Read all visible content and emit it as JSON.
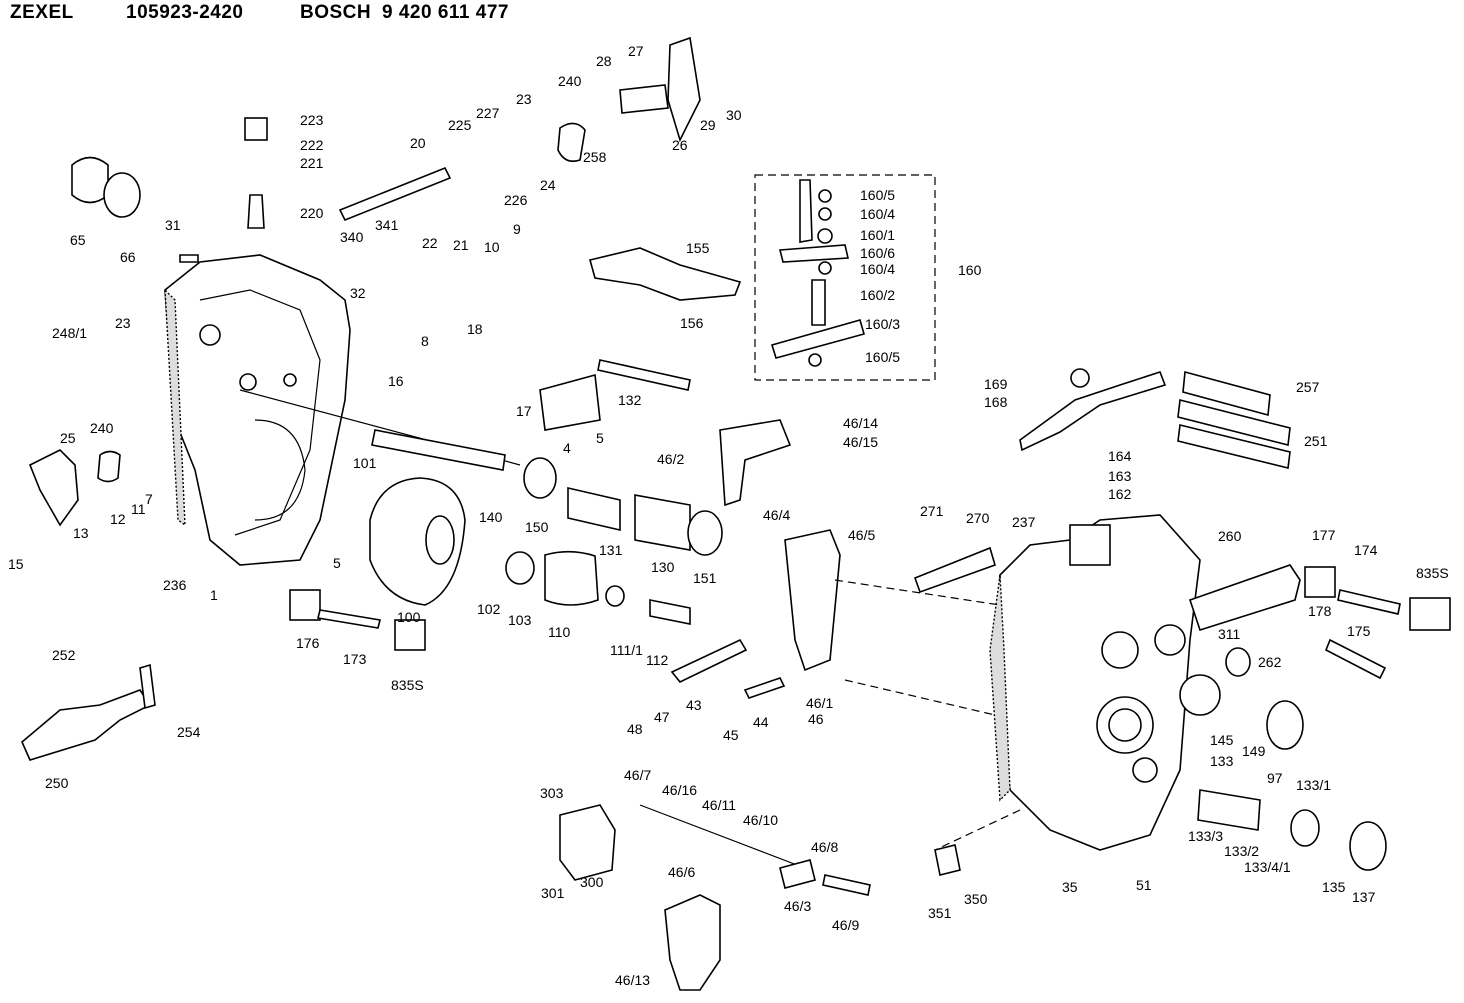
{
  "header": {
    "brand1": "ZEXEL",
    "number1": "105923-2420",
    "brand2": "BOSCH",
    "number2": "9 420 611 477"
  },
  "labels": [
    "223",
    "222",
    "221",
    "220",
    "65",
    "66",
    "31",
    "340",
    "341",
    "32",
    "22",
    "21",
    "20",
    "225",
    "227",
    "23",
    "226",
    "24",
    "240",
    "258",
    "28",
    "27",
    "26",
    "29",
    "30",
    "10",
    "9",
    "18",
    "17",
    "132",
    "4",
    "5",
    "16",
    "8",
    "248/1",
    "23",
    "240",
    "25",
    "13",
    "12",
    "11",
    "7",
    "15",
    "236",
    "1",
    "101",
    "5",
    "140",
    "150",
    "131",
    "130",
    "151",
    "100",
    "102",
    "103",
    "110",
    "111/1",
    "112",
    "176",
    "173",
    "835S",
    "43",
    "47",
    "48",
    "44",
    "45",
    "46/1",
    "46",
    "46/2",
    "46/4",
    "46/5",
    "46/14",
    "46/15",
    "155",
    "156",
    "160/5",
    "160/4",
    "160/1",
    "160/6",
    "160/4",
    "160/2",
    "160/3",
    "160/5",
    "160",
    "169",
    "168",
    "257",
    "251",
    "164",
    "163",
    "162",
    "271",
    "270",
    "237",
    "260",
    "177",
    "174",
    "835S",
    "178",
    "175",
    "311",
    "262",
    "145",
    "149",
    "97",
    "133",
    "133/1",
    "133/3",
    "133/2",
    "133/4/1",
    "135",
    "137",
    "35",
    "51",
    "351",
    "350",
    "252",
    "254",
    "250",
    "303",
    "301",
    "300",
    "46/7",
    "46/16",
    "46/11",
    "46/10",
    "46/8",
    "46/6",
    "46/3",
    "46/9",
    "46/13"
  ]
}
